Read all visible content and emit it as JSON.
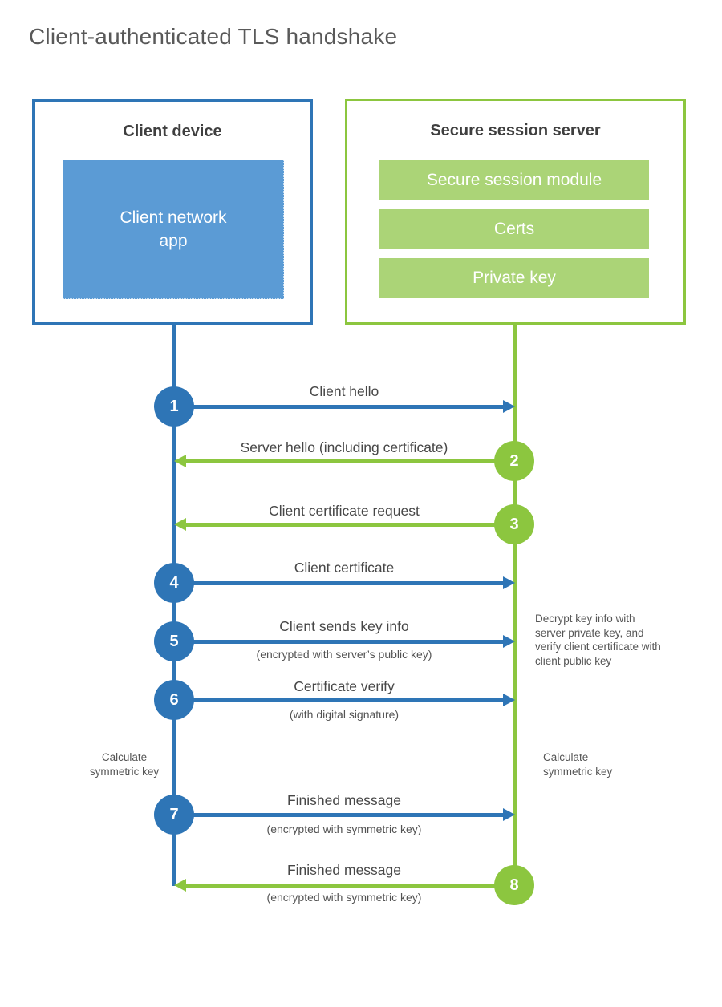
{
  "title": "Client-authenticated TLS handshake",
  "colors": {
    "blue": "#2e75b6",
    "blue_fill": "#5b9bd5",
    "green": "#8cc63f",
    "green_fill": "#abd477",
    "text_dark": "#3f3f3f",
    "text_gray": "#595959"
  },
  "client": {
    "title": "Client device",
    "module": "Client network app"
  },
  "server": {
    "title": "Secure session server",
    "modules": [
      "Secure session module",
      "Certs",
      "Private key"
    ]
  },
  "steps": [
    {
      "num": "1",
      "from": "client",
      "label": "Client hello",
      "sub": ""
    },
    {
      "num": "2",
      "from": "server",
      "label": "Server hello (including certificate)",
      "sub": ""
    },
    {
      "num": "3",
      "from": "server",
      "label": "Client certificate request",
      "sub": ""
    },
    {
      "num": "4",
      "from": "client",
      "label": "Client certificate",
      "sub": ""
    },
    {
      "num": "5",
      "from": "client",
      "label": "Client sends key info",
      "sub": "(encrypted with server’s public key)"
    },
    {
      "num": "6",
      "from": "client",
      "label": "Certificate verify",
      "sub": "(with digital signature)"
    },
    {
      "num": "7",
      "from": "client",
      "label": "Finished message",
      "sub": "(encrypted with symmetric key)"
    },
    {
      "num": "8",
      "from": "server",
      "label": "Finished message",
      "sub": "(encrypted with symmetric key)"
    }
  ],
  "notes": {
    "decrypt": "Decrypt key info with server private key, and verify client certificate with client public key",
    "calc_left": "Calculate symmetric key",
    "calc_right": "Calculate symmetric key"
  }
}
